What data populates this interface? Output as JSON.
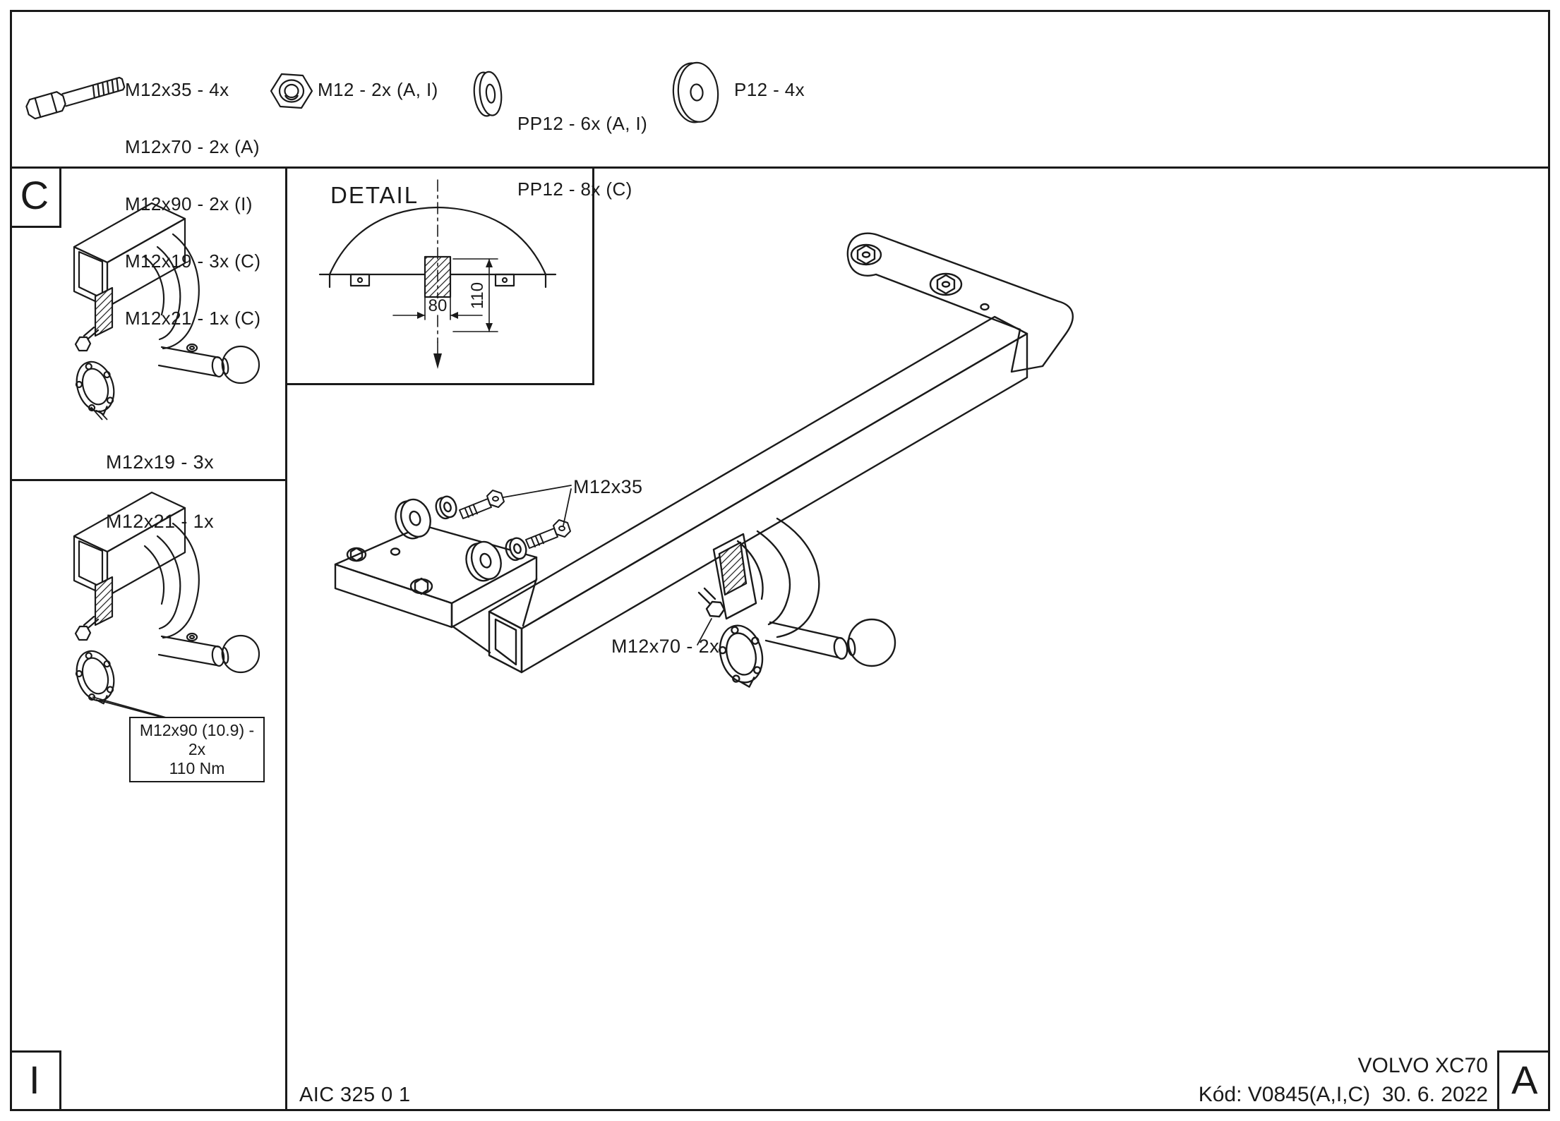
{
  "sheet": {
    "doc_number": "AIC 325 0 1",
    "colors": {
      "ink": "#1a1a1a",
      "paper": "#ffffff"
    },
    "title_block": {
      "vehicle": "VOLVO XC70",
      "code": "Kód: V0845(A,I,C)",
      "date": "30. 6. 2022"
    }
  },
  "parts_list": {
    "bolt": {
      "icon": "hex-bolt-icon",
      "lines": [
        "M12x35 - 4x",
        "M12x70 - 2x (A)",
        "M12x90 - 2x (I)",
        "M12x19 - 3x (C)",
        "M12x21 - 1x (C)"
      ]
    },
    "nut": {
      "icon": "hex-nut-icon",
      "label": "M12 - 2x (A, I)"
    },
    "washer_pp": {
      "icon": "washer-pp12-icon",
      "lines": [
        "PP12 - 6x (A, I)",
        "PP12 - 8x (C)"
      ]
    },
    "washer_p": {
      "icon": "washer-p12-icon",
      "label": "P12 - 4x"
    }
  },
  "panel_c": {
    "corner_label": "C",
    "annotation": {
      "lines": [
        "M12x19 - 3x",
        "M12x21 - 1x"
      ]
    }
  },
  "panel_i": {
    "corner_label": "I",
    "torque_note": {
      "lines": [
        "M12x90 (10.9) - 2x",
        "110 Nm"
      ]
    }
  },
  "detail_view": {
    "title": "DETAIL",
    "dim_width_mm": "80",
    "dim_height_mm": "110"
  },
  "main_view": {
    "corner_label": "A",
    "labels": {
      "bolt_m12x35": "M12x35",
      "bolt_m12x70": "M12x70 - 2x"
    }
  }
}
